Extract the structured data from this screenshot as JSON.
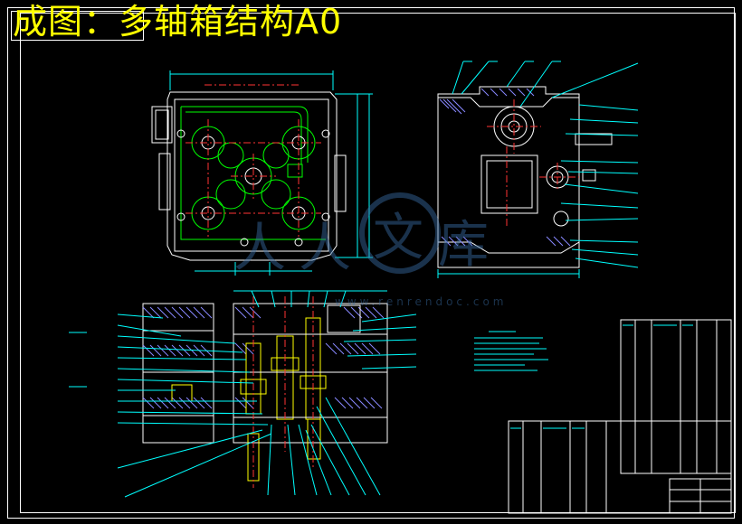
{
  "title": {
    "text": "成图：多轴箱结构A0"
  },
  "watermark": {
    "glyph_1": "人",
    "glyph_2": "文",
    "glyph_3": "库",
    "url": "www.renrendoc.com"
  },
  "colors": {
    "background": "#000000",
    "title": "#ffff00",
    "frame": "#ffffff",
    "outline": "#ffffff",
    "center_line": "#ff3333",
    "dimension": "#00ffff",
    "gear": "#00ff00",
    "hatch": "#8888ff",
    "part": "#ffff00",
    "table": "#ffffff",
    "watermark": "#3a6fa8"
  }
}
